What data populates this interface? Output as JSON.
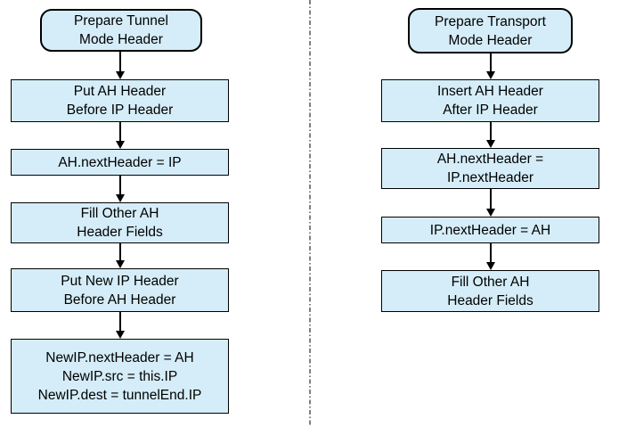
{
  "colors": {
    "box_fill": "#D5EDF8",
    "box_border": "#000000",
    "divider": "#808080",
    "text": "#000000"
  },
  "left_flow": {
    "start_label": "Prepare Tunnel\nMode Header",
    "steps": [
      {
        "label": "Put AH Header\nBefore IP Header"
      },
      {
        "label": "AH.nextHeader = IP"
      },
      {
        "label": "Fill Other AH\nHeader Fields"
      },
      {
        "label": "Put New IP Header\nBefore AH Header"
      },
      {
        "label": "NewIP.nextHeader = AH\nNewIP.src = this.IP\nNewIP.dest = tunnelEnd.IP"
      }
    ]
  },
  "right_flow": {
    "start_label": "Prepare Transport\nMode Header",
    "steps": [
      {
        "label": "Insert AH Header\nAfter IP Header"
      },
      {
        "label": "AH.nextHeader =\nIP.nextHeader"
      },
      {
        "label": "IP.nextHeader = AH"
      },
      {
        "label": "Fill Other AH\nHeader Fields"
      }
    ]
  }
}
